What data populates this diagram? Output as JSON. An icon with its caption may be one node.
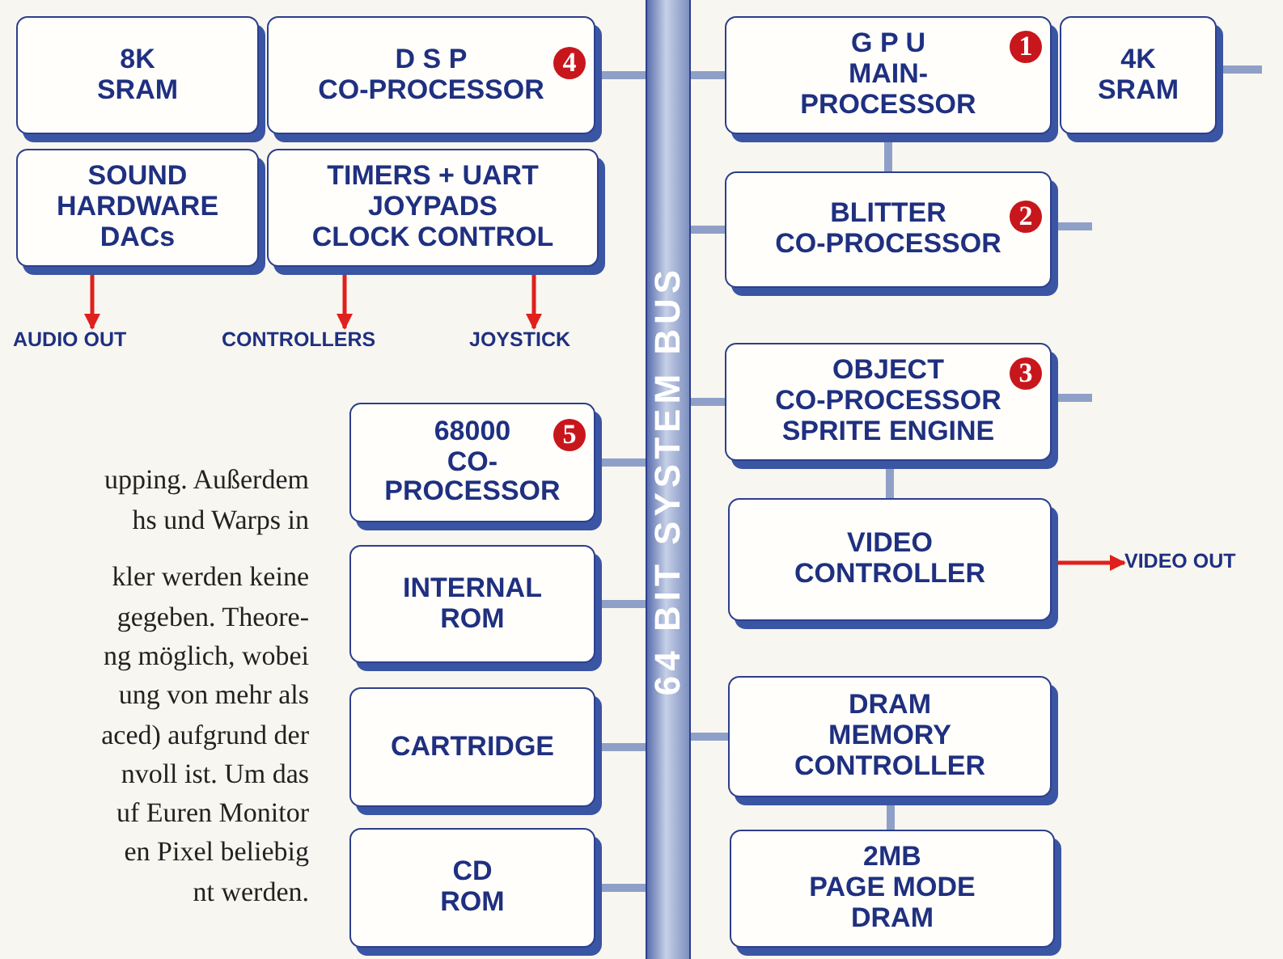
{
  "diagram": {
    "nodes": [
      {
        "text": [
          "64 BIT SYSTEM BUS"
        ]
      },
      {
        "text": [
          "8K SRAM"
        ]
      },
      {
        "text": [
          "D S P CO-PROCESSOR",
          "4"
        ]
      },
      {
        "text": [
          "SOUND HARDWARE DACs"
        ]
      },
      {
        "text": [
          "TIMERS + UART JOYPADS CLOCK CONTROL"
        ]
      },
      {
        "text": [
          "AUDIO OUT"
        ]
      },
      {
        "text": [
          "CONTROLLERS"
        ]
      },
      {
        "text": [
          "JOYSTICK"
        ]
      },
      {
        "text": [
          "G P U MAIN- PROCESSOR",
          "1"
        ]
      },
      {
        "text": [
          "4K SRAM"
        ]
      },
      {
        "text": [
          "BLITTER CO-PROCESSOR",
          "2"
        ]
      },
      {
        "text": [
          "OBJECT CO-PROCESSOR SPRITE ENGINE",
          "3"
        ]
      },
      {
        "text": [
          "68000 CO- PROCESSOR",
          "5"
        ]
      },
      {
        "text": [
          "VIDEO CONTROLLER"
        ]
      },
      {
        "text": [
          "VIDEO OUT"
        ]
      },
      {
        "text": [
          "INTERNAL ROM"
        ]
      },
      {
        "text": [
          "CARTRIDGE"
        ]
      },
      {
        "text": [
          "DRAM MEMORY CONTROLLER"
        ]
      },
      {
        "text": [
          "CD ROM"
        ]
      },
      {
        "text": [
          "2MB PAGE MODE DRAM"
        ]
      }
    ],
    "edges": [
      {
        "from": 2,
        "to": 0,
        "arrow": "none"
      },
      {
        "from": 3,
        "to": 5,
        "arrow": "to",
        "color": "#e0201c"
      },
      {
        "from": 4,
        "to": 6,
        "arrow": "to",
        "color": "#e0201c"
      },
      {
        "from": 4,
        "to": 7,
        "arrow": "to",
        "color": "#e0201c"
      },
      {
        "from": 0,
        "to": 8,
        "arrow": "none"
      },
      {
        "from": 9,
        "to": null,
        "arrow": "none"
      },
      {
        "from": 8,
        "to": 10,
        "arrow": "none"
      },
      {
        "from": 0,
        "to": 10,
        "arrow": "none"
      },
      {
        "from": 10,
        "to": null,
        "arrow": "none"
      },
      {
        "from": 0,
        "to": 11,
        "arrow": "none"
      },
      {
        "from": 11,
        "to": null,
        "arrow": "none"
      },
      {
        "from": 11,
        "to": 13,
        "arrow": "none"
      },
      {
        "from": 13,
        "to": 14,
        "arrow": "to",
        "color": "#e0201c"
      },
      {
        "from": 12,
        "to": 0,
        "arrow": "none"
      },
      {
        "from": 15,
        "to": 0,
        "arrow": "none"
      },
      {
        "from": 16,
        "to": 0,
        "arrow": "none"
      },
      {
        "from": 0,
        "to": 17,
        "arrow": "none"
      },
      {
        "from": 18,
        "to": 0,
        "arrow": "none"
      },
      {
        "from": 17,
        "to": 19,
        "arrow": "none"
      }
    ],
    "labels": [
      "upping. Außerdem",
      "hs und Warps in",
      "kler werden keine",
      "gegeben. Theore-",
      "ng möglich, wobei",
      "ung von mehr als",
      "aced) aufgrund der",
      "nvoll ist. Um das",
      "uf Euren Monitor",
      "en Pixel beliebig",
      "nt werden."
    ]
  }
}
